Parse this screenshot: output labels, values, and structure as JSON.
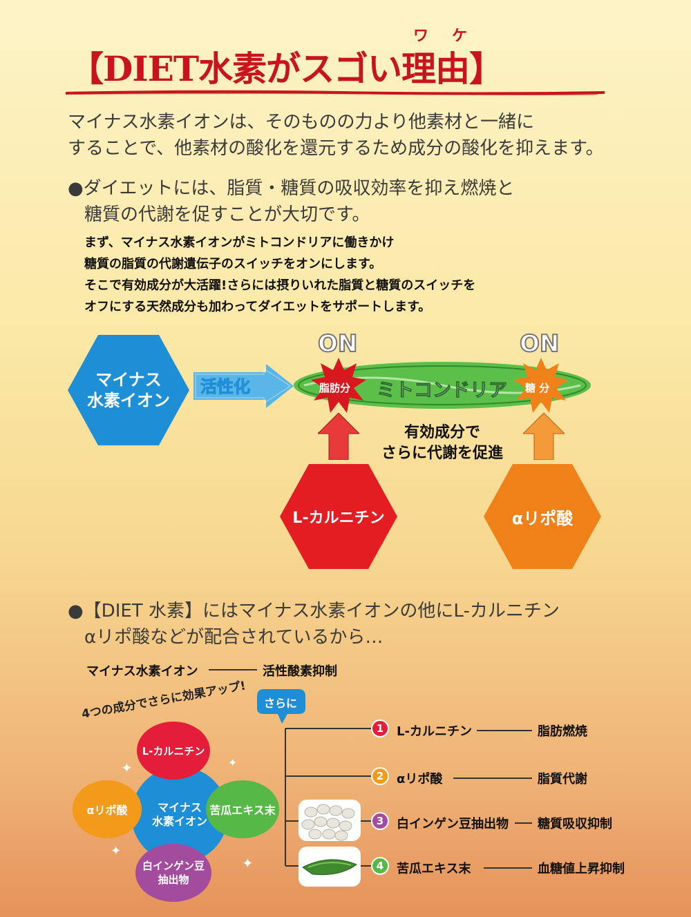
{
  "title": {
    "ruby": "ワケ",
    "text": "【DIET水素がスゴい理由】"
  },
  "intro": {
    "line1": "マイナス水素イオンは、そのものの力より他素材と一緒に",
    "line2": "することで、他素材の酸化を還元するため成分の酸化を抑えます。"
  },
  "bullet1": {
    "line1": "●ダイエットには、脂質・糖質の吸収効率を抑え燃焼と",
    "line2": "糖質の代謝を促すことが大切です。"
  },
  "bold_text": {
    "line1": "まず、マイナス水素イオンがミトコンドリアに働きかけ",
    "line2": "糖質の脂質の代謝遺伝子のスイッチをオンにします。",
    "line3": "そこで有効成分が大活躍!さらには摂りいれた脂質と糖質のスイッチを",
    "line4": "オフにする天然成分も加わってダイエットをサポートします。"
  },
  "diagram1": {
    "hex_ion_line1": "マイナス",
    "hex_ion_line2": "水素イオン",
    "arrow_label": "活性化",
    "mito_label": "ミトコンドリア",
    "burst_fat": "脂肪分",
    "burst_sugar": "糖 分",
    "on_left": "ON",
    "on_right": "ON",
    "promote_line1": "有効成分で",
    "promote_line2": "さらに代謝を促進",
    "hex_carnitine": "L-カルニチン",
    "hex_lipoic": "αリポ酸",
    "colors": {
      "blue": "#1e8fd6",
      "red": "#e41d23",
      "orange": "#f08018",
      "green": "#3aa63a"
    }
  },
  "bullet2": {
    "line1": "●【DIET 水素】にはマイナス水素イオンの他にL-カルニチン",
    "line2": "αリポ酸などが配合されているから…"
  },
  "summary": {
    "ion_label": "マイナス水素イオン",
    "ion_effect": "活性酸素抑制",
    "sarani": "さらに",
    "arc_text": "4つの成分でさらに効果アップ!",
    "blob_carnitine": "L-カルニチン",
    "blob_lipoic": "αリポ酸",
    "blob_center_line1": "マイナス",
    "blob_center_line2": "水素イオン",
    "blob_bitter": "苦瓜エキス末",
    "blob_bean_line1": "白インゲン豆",
    "blob_bean_line2": "抽出物",
    "items": [
      {
        "num": "1",
        "name": "L-カルニチン",
        "effect": "脂肪燃焼",
        "color": "#e41d3a"
      },
      {
        "num": "2",
        "name": "αリポ酸",
        "effect": "脂質代謝",
        "color": "#f39a1a"
      },
      {
        "num": "3",
        "name": "白インゲン豆抽出物",
        "effect": "糖質吸収抑制",
        "color": "#a34b9d"
      },
      {
        "num": "4",
        "name": "苦瓜エキス末",
        "effect": "血糖値上昇抑制",
        "color": "#56b947"
      }
    ]
  }
}
